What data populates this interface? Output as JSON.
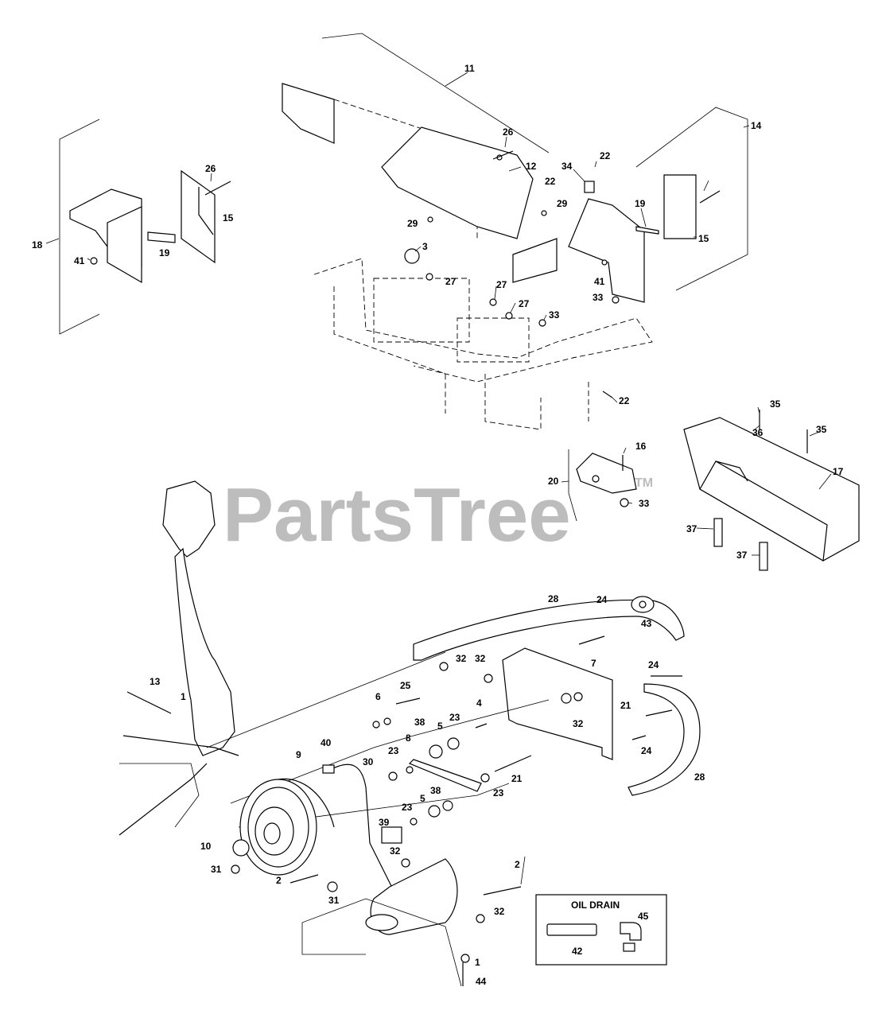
{
  "watermark": {
    "text": "PartsTree",
    "mark": "TM"
  },
  "inset": {
    "title": "OIL DRAIN"
  },
  "callouts": [
    "11",
    "14",
    "18",
    "26",
    "12",
    "34",
    "22",
    "22",
    "29",
    "29",
    "15",
    "19",
    "26",
    "19",
    "15",
    "41",
    "3",
    "27",
    "27",
    "27",
    "41",
    "33",
    "33",
    "22",
    "35",
    "36",
    "35",
    "16",
    "20",
    "33",
    "17",
    "37",
    "37",
    "28",
    "24",
    "43",
    "32",
    "32",
    "7",
    "13",
    "1",
    "25",
    "6",
    "4",
    "23",
    "38",
    "5",
    "24",
    "21",
    "32",
    "24",
    "9",
    "40",
    "30",
    "23",
    "8",
    "21",
    "23",
    "28",
    "38",
    "5",
    "23",
    "39",
    "10",
    "31",
    "32",
    "2",
    "2",
    "31",
    "32",
    "1",
    "44",
    "42",
    "45"
  ]
}
